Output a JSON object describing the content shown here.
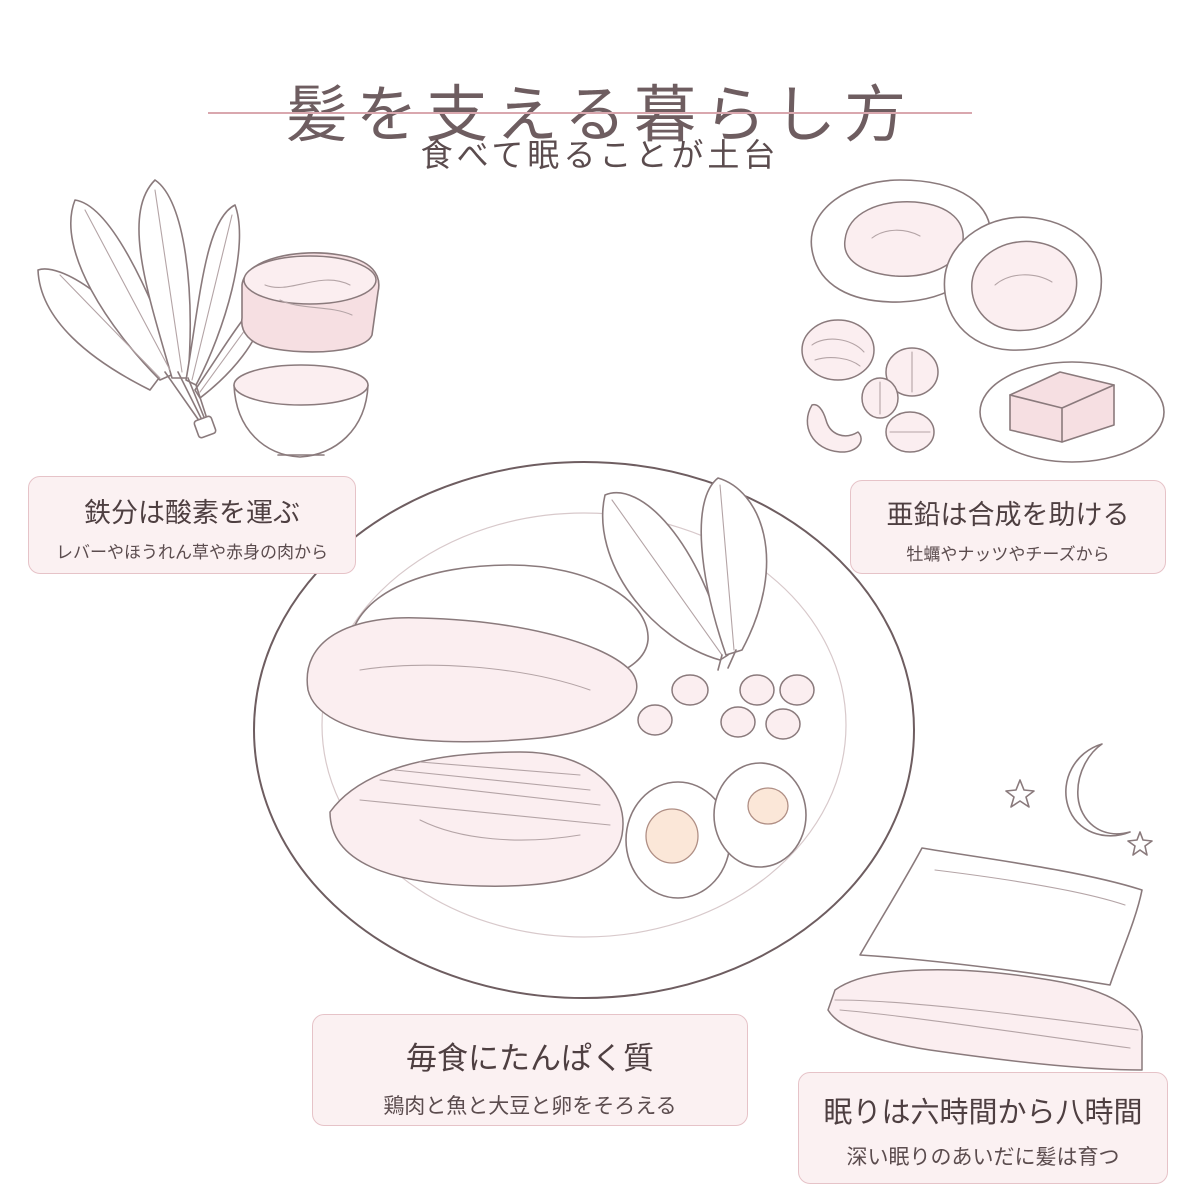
{
  "header": {
    "title": "髪を支える暮らし方",
    "subtitle": "食べて眠ることが土台"
  },
  "cards": {
    "iron": {
      "heading": "鉄分は酸素を運ぶ",
      "detail": "レバーやほうれん草や赤身の肉から"
    },
    "zinc": {
      "heading": "亜鉛は合成を助ける",
      "detail": "牡蠣やナッツやチーズから"
    },
    "protein": {
      "heading": "毎食にたんぱく質",
      "detail": "鶏肉と魚と大豆と卵をそろえる"
    },
    "sleep": {
      "heading": "眠りは六時間から八時間",
      "detail": "深い眠りのあいだに髪は育つ"
    }
  },
  "colors": {
    "accent_rule": "#d9a7ae",
    "card_fill": "#fbf1f2",
    "card_border": "#e6c3c8",
    "line_art": "#8a7a7c",
    "pink_tint": "#f6dfe2"
  },
  "illustrations": [
    "spinach-icon",
    "beef-icon",
    "broth-bowl-icon",
    "oyster-icon",
    "walnut-icon",
    "almond-icon",
    "cashew-icon",
    "cheese-icon",
    "plate-icon",
    "chicken-breast-icon",
    "salmon-icon",
    "boiled-egg-icon",
    "soybean-icon",
    "moon-icon",
    "star-icon",
    "pillow-icon",
    "folded-blanket-icon"
  ]
}
